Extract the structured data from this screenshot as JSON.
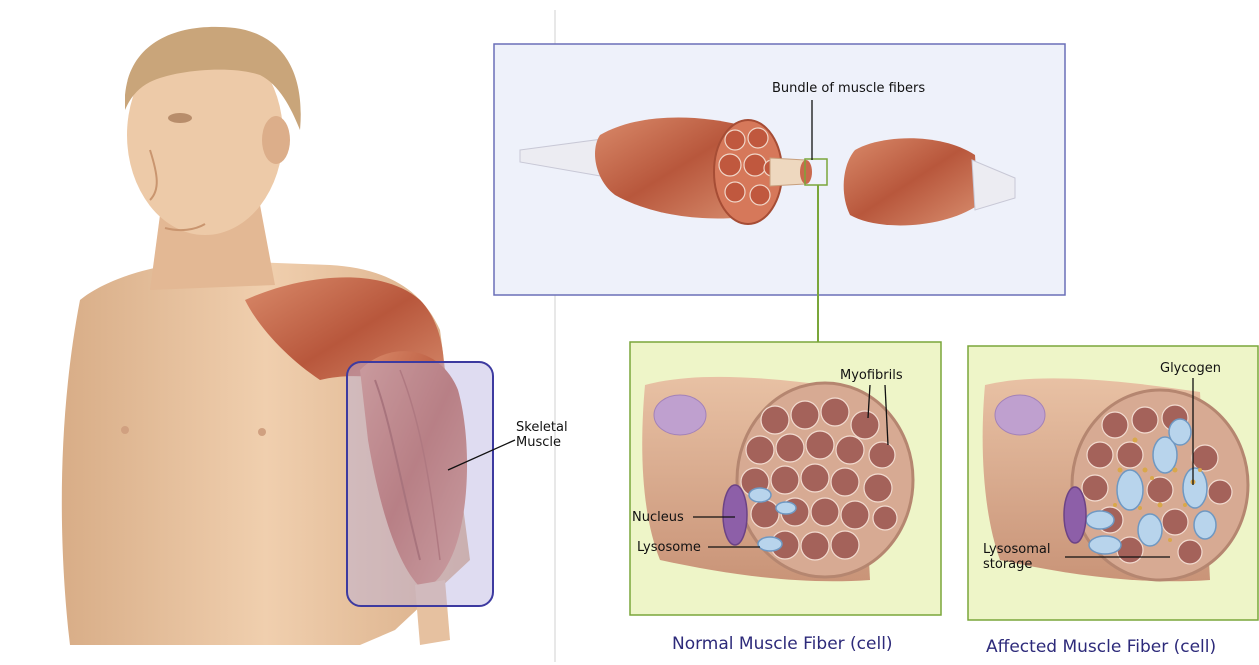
{
  "labels": {
    "skeletal_muscle_line1": "Skeletal",
    "skeletal_muscle_line2": "Muscle",
    "bundle": "Bundle of muscle fibers",
    "myofibrils": "Myofibrils",
    "nucleus": "Nucleus",
    "lysosome": "Lysosome",
    "glycogen": "Glycogen",
    "lysosomal_storage_line1": "Lysosomal",
    "lysosomal_storage_line2": "storage"
  },
  "captions": {
    "normal": "Normal Muscle Fiber (cell)",
    "affected": "Affected Muscle Fiber (cell)"
  },
  "colors": {
    "skin": "#e8c3a0",
    "muscle": "#c2684a",
    "panel_fill": "#eef1fa",
    "panel_border": "#6a6fb8",
    "fiber_panel_fill": "#eef5c8",
    "fiber_panel_border": "#7aa63a",
    "caption": "#2d2a7a"
  }
}
